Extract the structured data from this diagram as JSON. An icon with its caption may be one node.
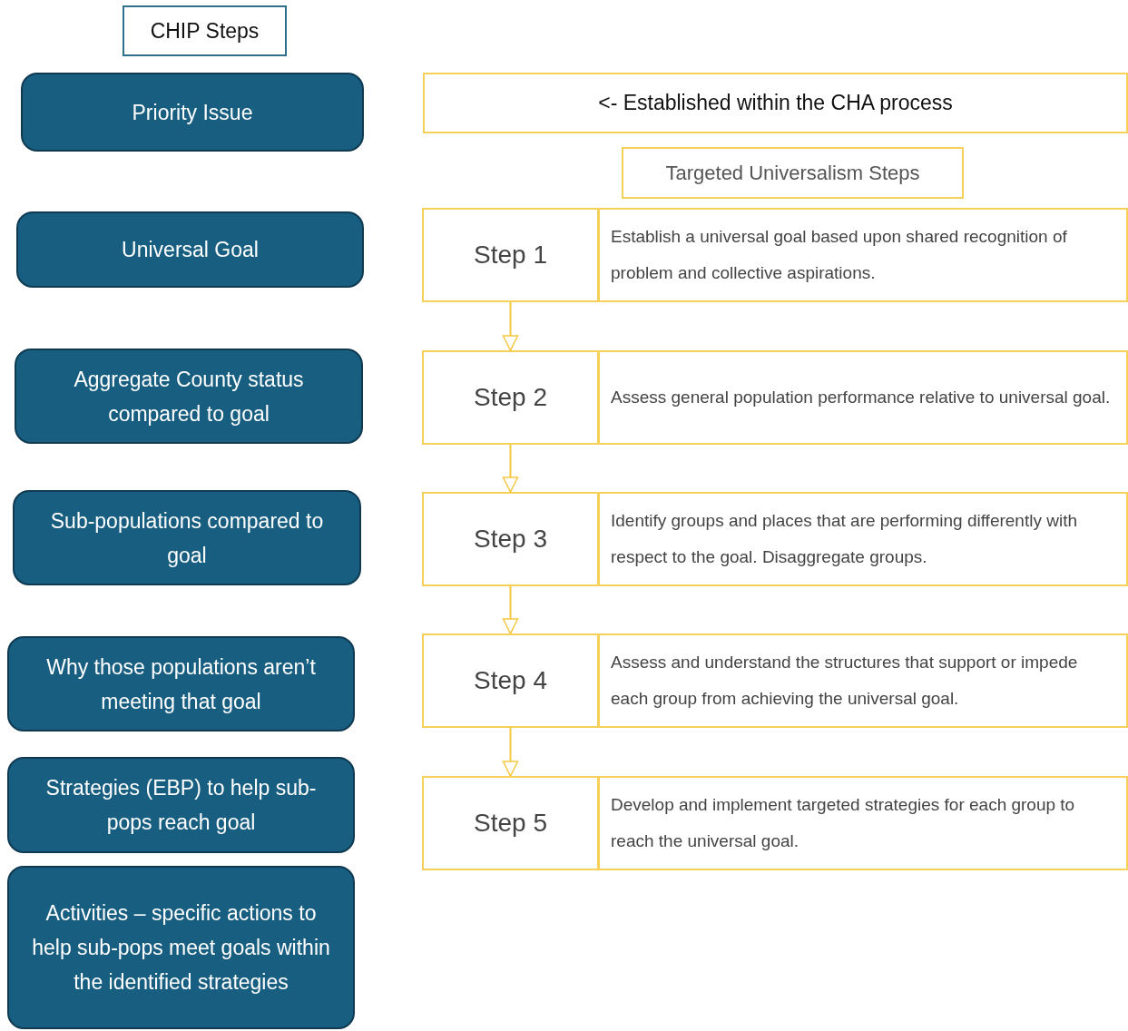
{
  "diagram": {
    "nodes": [
      {
        "text": [
          "CHIP Steps"
        ]
      },
      {
        "text": [
          "Priority Issue"
        ]
      },
      {
        "text": [
          "Universal Goal"
        ]
      },
      {
        "text": [
          "Aggregate County status compared to goal"
        ]
      },
      {
        "text": [
          "Sub-populations compared to goal"
        ]
      },
      {
        "text": [
          "Why those populations aren’t meeting that goal"
        ]
      },
      {
        "text": [
          "Strategies (EBP) to help sub-pops reach goal"
        ]
      },
      {
        "text": [
          "Activities – specific actions to help sub-pops meet goals within the identified strategies"
        ]
      },
      {
        "text": [
          "<- Established within the CHA process"
        ]
      },
      {
        "text": [
          "Targeted Universalism Steps"
        ]
      },
      {
        "text": [
          "Step 1"
        ]
      },
      {
        "text": [
          "Establish a universal goal based upon shared recognition of problem and collective aspirations."
        ]
      },
      {
        "text": [
          "Step 2"
        ]
      },
      {
        "text": [
          "Assess general population performance relative to universal goal."
        ]
      },
      {
        "text": [
          "Step 3"
        ]
      },
      {
        "text": [
          "Identify groups and places that are performing differently with respect to the goal. Disaggregate groups."
        ]
      },
      {
        "text": [
          "Step 4"
        ]
      },
      {
        "text": [
          "Assess and understand the structures that support or impede each group from achieving the universal goal."
        ]
      },
      {
        "text": [
          "Step 5"
        ]
      },
      {
        "text": [
          "Develop and implement targeted strategies for each group to reach the universal goal."
        ]
      }
    ],
    "edges": [
      {
        "from": 10,
        "to": 12,
        "arrow": "to"
      },
      {
        "from": 12,
        "to": 14,
        "arrow": "to"
      },
      {
        "from": 14,
        "to": 16,
        "arrow": "to"
      },
      {
        "from": 16,
        "to": 18,
        "arrow": "to"
      }
    ]
  }
}
